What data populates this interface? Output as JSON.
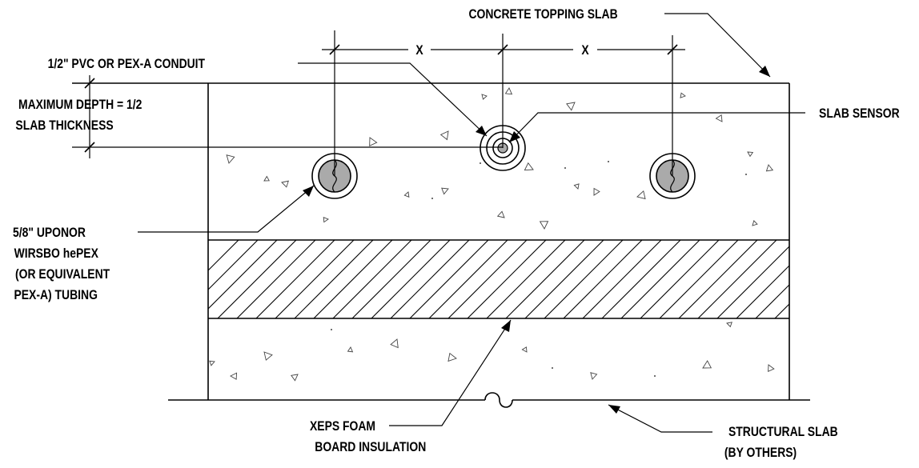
{
  "labels": {
    "concrete_topping_slab": "CONCRETE TOPPING SLAB",
    "conduit": "1/2\" PVC OR PEX-A CONDUIT",
    "max_depth_line1": "MAXIMUM DEPTH = 1/2",
    "max_depth_line2": "SLAB THICKNESS",
    "slab_sensor": "SLAB SENSOR",
    "tubing_line1": "5/8\" UPONOR",
    "tubing_line2": "WIRSBO hePEX",
    "tubing_line3": "(OR EQUIVALENT",
    "tubing_line4": "PEX-A) TUBING",
    "insulation_line1": "XEPS FOAM",
    "insulation_line2": "BOARD INSULATION",
    "structural_line1": "STRUCTURAL SLAB",
    "structural_line2": "(BY OTHERS)",
    "spacing_left": "X",
    "spacing_right": "X"
  },
  "colors": {
    "line": "#000000",
    "tube_fill": "#aaaaaa",
    "background": "#ffffff"
  }
}
